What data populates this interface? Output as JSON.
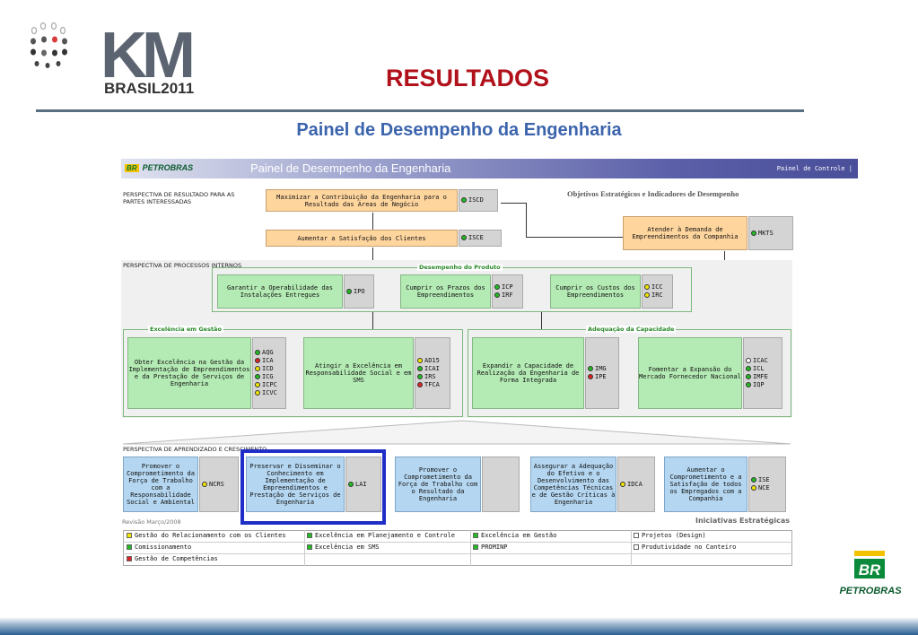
{
  "header": {
    "logo_text": "BRASIL2011",
    "logo_km": "KM",
    "title": "RESULTADOS",
    "subtitle": "Painel de Desempenho da Engenharia"
  },
  "panel": {
    "brand": "PETROBRAS",
    "brand_badge": "BR",
    "bar_title": "Painel de Desempenho da Engenharia",
    "bar_right": "Painel de Controle |",
    "objectives_title": "Objetivos Estratégicos e Indicadores de Desempenho",
    "persp_result": "PERSPECTIVA DE RESULTADO PARA AS PARTES INTERESSADAS",
    "persp_process": "PERSPECTIVA DE PROCESSOS INTERNOS",
    "persp_learning": "PERSPECTIVA DE APRENDIZADO E CRESCIMENTO",
    "group_desempenho": "Desempenho do Produto",
    "group_excelencia": "Excelência em Gestão",
    "group_adequacao": "Adequação da Capacidade",
    "revision": "Revisão Março/2008",
    "initiatives": "Iniciativas Estratégicas",
    "objectives": {
      "maximizar": "Maximizar a Contribuição da Engenharia para o Resultado das Áreas de Negócio",
      "satisfacao": "Aumentar a Satisfação dos Clientes",
      "demanda": "Atender à Demanda de Empreendimentos da Companhia",
      "operabilidade": "Garantir a Operabilidade das Instalações Entregues",
      "prazos": "Cumprir os Prazos dos Empreendimentos",
      "custos": "Cumprir os Custos dos Empreendimentos",
      "excelencia_gestao": "Obter Excelência na Gestão da Implementação de Empreendimentos e da Prestação de Serviços de Engenharia",
      "excelencia_sms": "Atingir a Excelência em Responsabilidade Social e em SMS",
      "expandir": "Expandir a Capacidade de Realização da Engenharia de Forma Integrada",
      "fomentar": "Fomentar a Expansão do Mercado Fornecedor Nacional",
      "comprometimento": "Promover o Comprometimento da Força de Trabalho com a Responsabilidade Social e Ambiental",
      "conhecimento": "Preservar e Disseminar o Conhecimento em Implementação de Empreendimentos e Prestação de Serviços de Engenharia",
      "comprometimento_resultado": "Promover o Comprometimento da Força de Trabalho com o Resultado da Engenharia",
      "adequacao": "Assegurar a Adequação do Efetivo e o Desenvolvimento das Competências Técnicas e de Gestão Críticas à Engenharia",
      "satisfacao_empregados": "Aumentar o Comprometimento e a Satisfação de todos os Empregados com a Companhia"
    },
    "indicators": {
      "iscd": "ISCD",
      "isce": "ISCE",
      "mkts": "MKTS",
      "ipo": "IPO",
      "icp": "ICP",
      "irf": "IRF",
      "icc": "ICC",
      "irc": "IRC",
      "aqg": "AQG",
      "ica": "ICA",
      "icd": "ICD",
      "icg": "ICG",
      "icpc": "ICPC",
      "icvc": "ICVC",
      "ad15": "AD15",
      "icai": "ICAI",
      "irs": "IRS",
      "tfca": "TFCA",
      "img": "IMG",
      "ipe": "IPE",
      "icac": "ICAC",
      "icl": "ICL",
      "imfe": "IMFE",
      "iqp": "IQP",
      "ncrs": "NCRS",
      "lai": "LAI",
      "idca": "IDCA",
      "ise": "ISE",
      "nce": "NCE"
    },
    "colors": {
      "green": "#22bb22",
      "red": "#dd2222",
      "yellow": "#f2e600",
      "white": "#ffffff"
    },
    "legend": [
      "Gestão do Relacionamento com os Clientes",
      "Excelência em Planejamento e Controle",
      "Excelência em Gestão",
      "Projetos (Design)",
      "Comissionamento",
      "Excelência em SMS",
      "PROMINP",
      "Produtividade no Canteiro",
      "Gestão de Competências"
    ]
  },
  "footer": {
    "brand": "PETROBRAS",
    "badge": "BR"
  }
}
